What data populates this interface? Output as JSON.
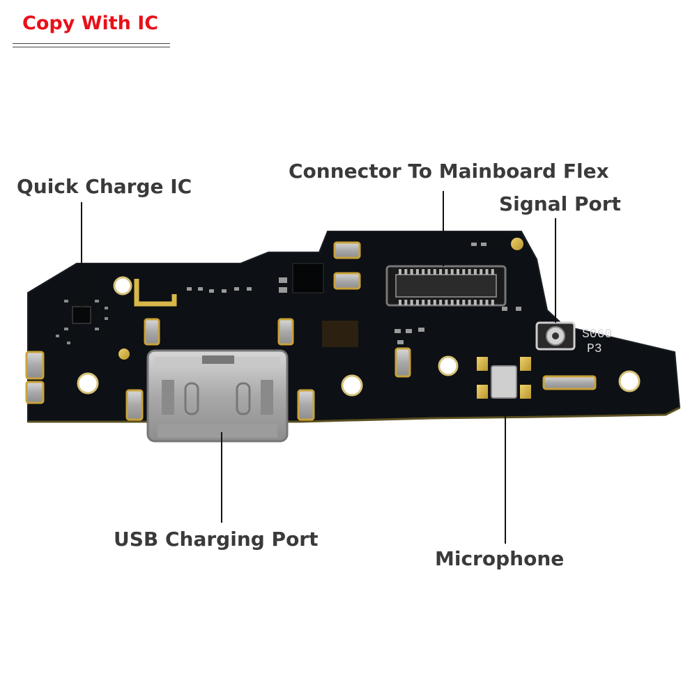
{
  "badge": {
    "text": "Copy With IC",
    "color": "#e8101a"
  },
  "labels": {
    "quick_charge_ic": "Quick Charge IC",
    "connector": "Connector To Mainboard Flex",
    "signal_port": "Signal Port",
    "usb_port": "USB Charging Port",
    "microphone": "Microphone"
  },
  "silkscreen": {
    "line1": "S060",
    "line2": "P3"
  },
  "colors": {
    "pcb": "#0d1014",
    "pad": "#d9b84a",
    "metal": "#b9b9b9",
    "label_text": "#3a3a3a"
  }
}
